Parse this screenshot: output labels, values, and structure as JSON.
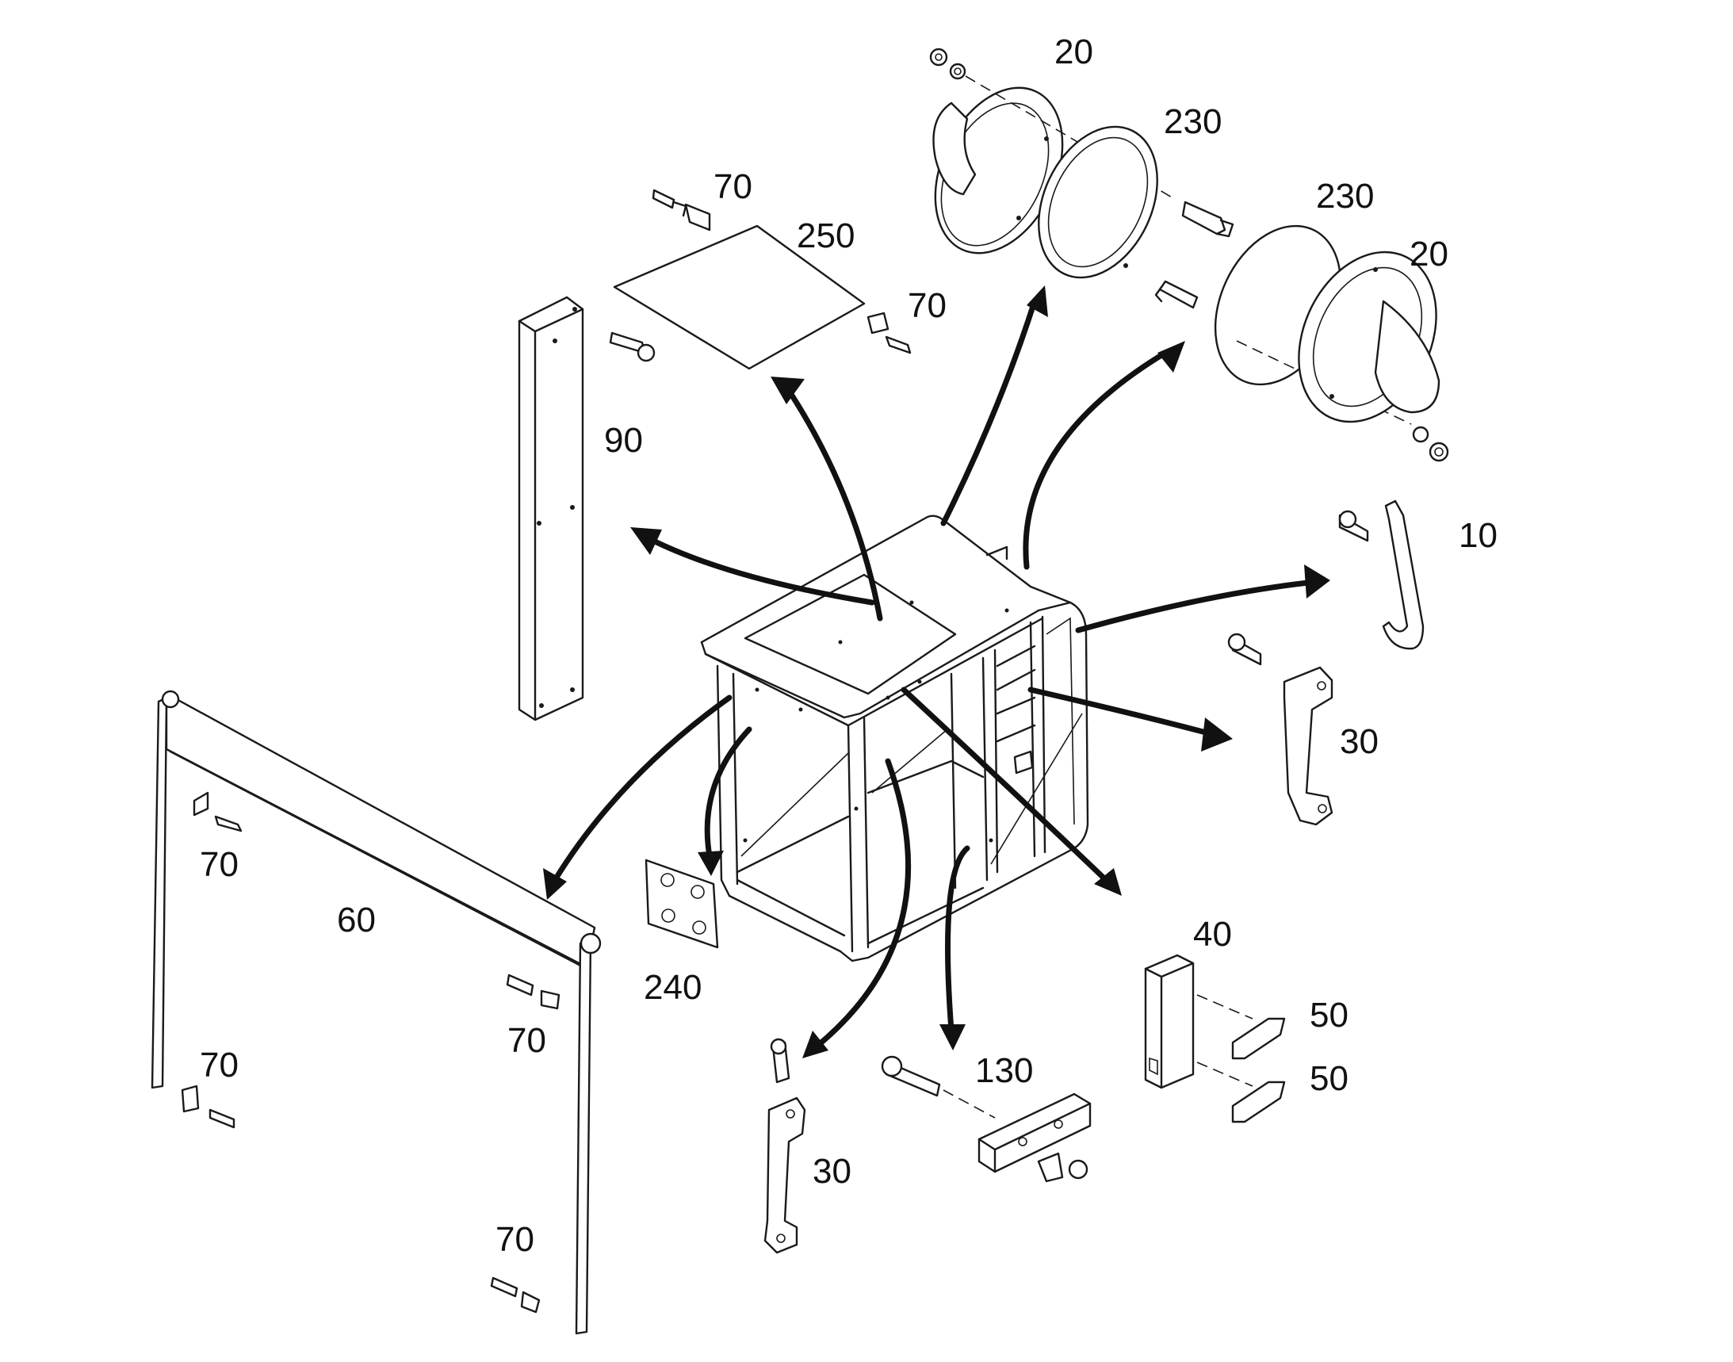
{
  "callouts": {
    "c20_top": "20",
    "c230_top": "230",
    "c230_right": "230",
    "c20_right": "20",
    "c70_a": "70",
    "c250": "250",
    "c70_b": "70",
    "c90": "90",
    "c10": "10",
    "c30_right": "30",
    "c70_c": "70",
    "c60": "60",
    "c40": "40",
    "c240": "240",
    "c50_a": "50",
    "c50_b": "50",
    "c70_d": "70",
    "c130": "130",
    "c70_e": "70",
    "c30_bottom": "30",
    "c70_f": "70"
  }
}
